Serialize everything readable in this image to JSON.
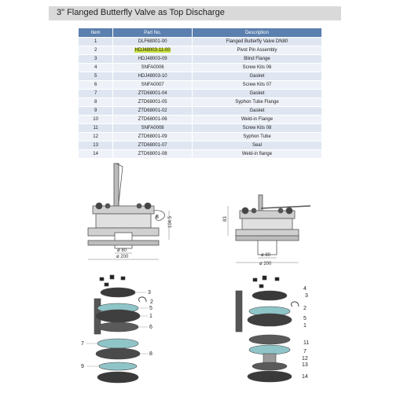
{
  "title": "3\" Flanged Butterfly Valve as Top Discharge",
  "table": {
    "headers": [
      "Item",
      "Part No.",
      "Description"
    ],
    "rows": [
      {
        "item": "1",
        "part": "DLF68001-00",
        "desc": "Flanged Butterfly Valve DN80"
      },
      {
        "item": "2",
        "part": "HDJ48003-11-00",
        "desc": "Pivot Pin Assembly"
      },
      {
        "item": "3",
        "part": "HDJ48003-09",
        "desc": "Blind Flange"
      },
      {
        "item": "4",
        "part": "SNFA0006",
        "desc": "Screw Kits 06"
      },
      {
        "item": "5",
        "part": "HDJ48003-10",
        "desc": "Gasket"
      },
      {
        "item": "6",
        "part": "SNFA0007",
        "desc": "Screw Kits 07"
      },
      {
        "item": "7",
        "part": "ZTD68001-04",
        "desc": "Gasket"
      },
      {
        "item": "8",
        "part": "ZTD68001-05",
        "desc": "Syphon Tube Flange"
      },
      {
        "item": "9",
        "part": "ZTD68001-02",
        "desc": "Gasket"
      },
      {
        "item": "10",
        "part": "ZTD68001-06",
        "desc": "Weld-in Flange"
      },
      {
        "item": "11",
        "part": "SNFA0008",
        "desc": "Screw Kits  08"
      },
      {
        "item": "12",
        "part": "ZTD68001-09",
        "desc": "Syphon Tube"
      },
      {
        "item": "13",
        "part": "ZTD68001-07",
        "desc": "Seal"
      },
      {
        "item": "14",
        "part": "ZTD68001-08",
        "desc": "Weld-in flange"
      }
    ]
  },
  "drawing_left": {
    "dim_height": "104.5",
    "dim_inner": "ø 80",
    "dim_outer": "ø 200",
    "callout": "8"
  },
  "drawing_right": {
    "dim_height": "83",
    "dim_inner": "ø 80",
    "dim_outer": "ø 200"
  },
  "exploded_left": {
    "callouts": [
      "3",
      "2",
      "5",
      "1",
      "6",
      "7",
      "8",
      "9"
    ]
  },
  "exploded_right": {
    "callouts": [
      "4",
      "3",
      "2",
      "5",
      "1",
      "11",
      "7",
      "12",
      "13",
      "14"
    ]
  }
}
